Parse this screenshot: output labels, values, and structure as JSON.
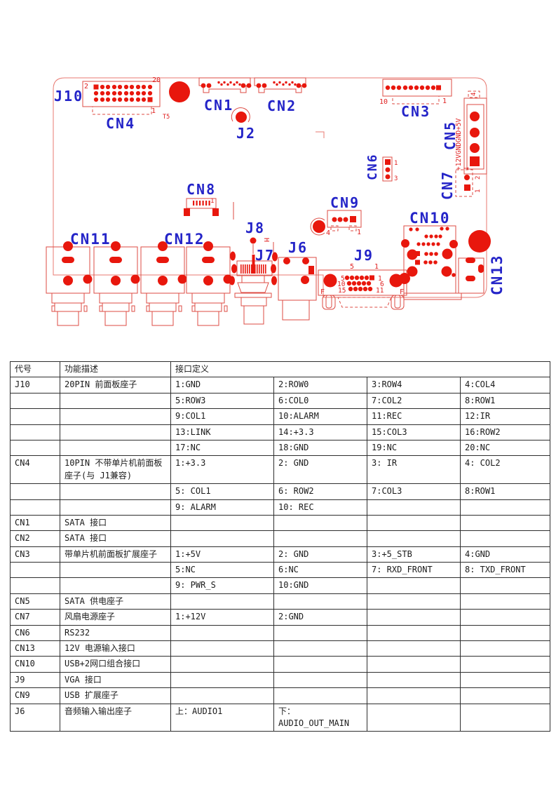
{
  "board": {
    "labels": {
      "j10": "J10",
      "cn4": "CN4",
      "cn1": "CN1",
      "cn2": "CN2",
      "j2": "J2",
      "cn3": "CN3",
      "cn5": "CN5",
      "cn7": "CN7",
      "cn6": "CN6",
      "cn8": "CN8",
      "cn9": "CN9",
      "cn10": "CN10",
      "cn11": "CN11",
      "cn12": "CN12",
      "cn13": "CN13",
      "j8": "J8",
      "j7": "J7",
      "j6": "J6",
      "j9": "J9"
    },
    "pins": {
      "j10_2": "2",
      "j10_20": "20",
      "j10_1": "1",
      "t5": "T5",
      "cn3_10": "10",
      "cn3_1": "1",
      "cn5_rail": "+12VGNDGND+5V",
      "cn5_4": "4",
      "cn5_1": "1",
      "cn7_2": "2",
      "cn7_1": "1",
      "cn6_1": "1",
      "cn6_3": "3",
      "cn8_1": "1",
      "cn9_4": "4",
      "cn9_1": "1",
      "j8_h": "H",
      "j9_top_5": "5",
      "j9_top_1": "1",
      "j9_r1_5": "5",
      "j9_r1_1": "1",
      "j9_r2_10": "10",
      "j9_r2_6": "6",
      "j9_r3_15": "15",
      "j9_r3_11": "11",
      "j9_f_left": "F",
      "j9_f_right": "F"
    },
    "colors": {
      "red": "#e8170d",
      "red_line": "#dd4b43",
      "blue": "#2424c8"
    }
  },
  "table": {
    "header": [
      "代号",
      "功能描述",
      "接口定义"
    ],
    "rows": [
      {
        "code": "J10",
        "desc": "20PIN 前面板座子",
        "cells": [
          "1:GND",
          "2:ROW0",
          "3:ROW4",
          "4:COL4"
        ]
      },
      {
        "code": "",
        "desc": "",
        "cells": [
          "5:ROW3",
          "6:COL0",
          "7:COL2",
          "8:ROW1"
        ]
      },
      {
        "code": "",
        "desc": "",
        "cells": [
          "9:COL1",
          "10:ALARM",
          "11:REC",
          "12:IR"
        ]
      },
      {
        "code": "",
        "desc": "",
        "cells": [
          "13:LINK",
          "14:+3.3",
          "15:COL3",
          "16:ROW2"
        ]
      },
      {
        "code": "",
        "desc": "",
        "cells": [
          "17:NC",
          "18:GND",
          "19:NC",
          "20:NC"
        ]
      },
      {
        "code": "CN4",
        "desc": "10PIN 不带单片机前面板座子(与 J1兼容)",
        "cells": [
          "1:+3.3",
          "2: GND",
          "3: IR",
          "4: COL2"
        ]
      },
      {
        "code": "",
        "desc": "",
        "cells": [
          "5: COL1",
          "6: ROW2",
          "7:COL3",
          "8:ROW1"
        ]
      },
      {
        "code": "",
        "desc": "",
        "cells": [
          "9: ALARM",
          "10: REC",
          "",
          ""
        ]
      },
      {
        "code": "CN1",
        "desc": "SATA 接口",
        "cells": [
          "",
          "",
          "",
          ""
        ]
      },
      {
        "code": "CN2",
        "desc": "SATA 接口",
        "cells": [
          "",
          "",
          "",
          ""
        ]
      },
      {
        "code": "CN3",
        "desc": "带单片机前面板扩展座子",
        "cells": [
          "1:+5V",
          "2: GND",
          "3:+5_STB",
          "4:GND"
        ]
      },
      {
        "code": "",
        "desc": "",
        "cells": [
          "5:NC",
          "6:NC",
          "7: RXD_FRONT",
          "8: TXD_FRONT"
        ]
      },
      {
        "code": "",
        "desc": "",
        "cells": [
          "9: PWR_S",
          "10:GND",
          "",
          ""
        ]
      },
      {
        "code": "CN5",
        "desc": "SATA 供电座子",
        "cells": [
          "",
          "",
          "",
          ""
        ]
      },
      {
        "code": "CN7",
        "desc": "风扇电源座子",
        "cells": [
          "1:+12V",
          "2:GND",
          "",
          ""
        ]
      },
      {
        "code": "CN6",
        "desc": "RS232",
        "cells": [
          "",
          "",
          "",
          ""
        ]
      },
      {
        "code": "CN13",
        "desc": "12V 电源输入接口",
        "cells": [
          "",
          "",
          "",
          ""
        ]
      },
      {
        "code": "CN10",
        "desc": "USB+2网口组合接口",
        "cells": [
          "",
          "",
          "",
          ""
        ]
      },
      {
        "code": "J9",
        "desc": "VGA 接口",
        "cells": [
          "",
          "",
          "",
          ""
        ]
      },
      {
        "code": "CN9",
        "desc": "USB 扩展座子",
        "cells": [
          "",
          "",
          "",
          ""
        ]
      },
      {
        "code": "J6",
        "desc": "音频输入输出座子",
        "cells": [
          "上：AUDIO1",
          "下：AUDIO_OUT_MAIN",
          "",
          ""
        ]
      }
    ]
  }
}
